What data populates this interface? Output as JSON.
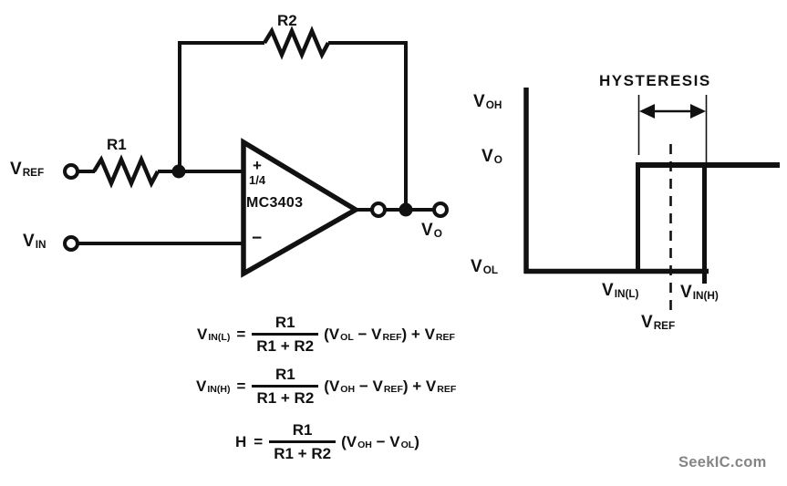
{
  "colors": {
    "ink": "#111111",
    "background": "#ffffff",
    "watermark": "#858585"
  },
  "circuit": {
    "r2_label": "R2",
    "r1_label": "R1",
    "vref": {
      "main": "V",
      "sub": "REF"
    },
    "vin": {
      "main": "V",
      "sub": "IN"
    },
    "vo": {
      "main": "V",
      "sub": "O"
    },
    "opamp": {
      "plus": "+",
      "fraction": "1/4",
      "part_number": "MC3403",
      "minus": "−"
    }
  },
  "graph": {
    "title": "HYSTERESIS",
    "voh": {
      "main": "V",
      "sub": "OH"
    },
    "vo": {
      "main": "V",
      "sub": "O"
    },
    "vol": {
      "main": "V",
      "sub": "OL"
    },
    "vinl": {
      "main": "V",
      "sub": "IN(L)"
    },
    "vinh": {
      "main": "V",
      "sub": "IN(H)"
    },
    "vref": {
      "main": "V",
      "sub": "REF"
    }
  },
  "equations": [
    {
      "lhs": {
        "main": "V",
        "sub": "IN(L)"
      },
      "equals": "=",
      "frac": {
        "num": "R1",
        "den": "R1 + R2"
      },
      "terms": [
        {
          "text": "("
        },
        {
          "main": "V",
          "sub": "OL"
        },
        {
          "text": " − "
        },
        {
          "main": "V",
          "sub": "REF"
        },
        {
          "text": ") + "
        },
        {
          "main": "V",
          "sub": "REF"
        }
      ]
    },
    {
      "lhs": {
        "main": "V",
        "sub": "IN(H)"
      },
      "equals": "=",
      "frac": {
        "num": "R1",
        "den": "R1 + R2"
      },
      "terms": [
        {
          "text": "("
        },
        {
          "main": "V",
          "sub": "OH"
        },
        {
          "text": " − "
        },
        {
          "main": "V",
          "sub": "REF"
        },
        {
          "text": ") + "
        },
        {
          "main": "V",
          "sub": "REF"
        }
      ]
    },
    {
      "lhs": {
        "main": "H",
        "sub": ""
      },
      "equals": "=",
      "frac": {
        "num": "R1",
        "den": "R1 + R2"
      },
      "terms": [
        {
          "text": "("
        },
        {
          "main": "V",
          "sub": "OH"
        },
        {
          "text": " − "
        },
        {
          "main": "V",
          "sub": "OL"
        },
        {
          "text": ")"
        }
      ]
    }
  ],
  "watermark": "SeekIC.com"
}
